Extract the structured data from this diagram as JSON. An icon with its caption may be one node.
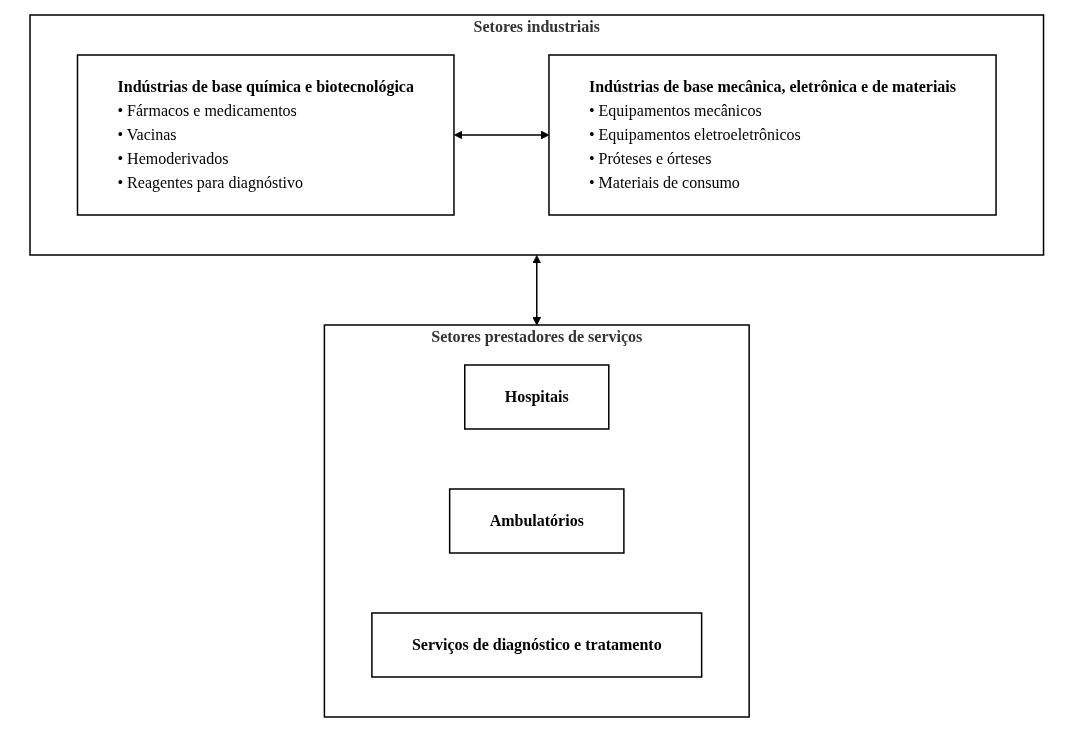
{
  "diagram": {
    "nodes": [
      {
        "text": [
          "Setores industriais"
        ]
      },
      {
        "text": [
          "Indústrias de base química e biotecnológica",
          "• Fármacos e medicamentos",
          "• Vacinas",
          "• Hemoderivados",
          "• Reagentes para diagnóstivo"
        ],
        "in": 0
      },
      {
        "text": [
          "Indústrias de base mecânica, eletrônica e de materiais",
          "• Equipamentos mecânicos",
          "• Equipamentos eletroeletrônicos",
          "• Próteses e órteses",
          "• Materiais de consumo"
        ],
        "in": 0
      },
      {
        "text": [
          "Setores prestadores de serviços"
        ]
      },
      {
        "text": [
          "Hospitais"
        ],
        "in": 3
      },
      {
        "text": [
          "Ambulatórios"
        ],
        "in": 3
      },
      {
        "text": [
          "Serviços de diagnóstico e tratamento"
        ],
        "in": 3
      }
    ],
    "edges": [
      {
        "from": 1,
        "to": 2,
        "arrow": "both"
      },
      {
        "from": 0,
        "to": 3,
        "arrow": "both"
      }
    ]
  }
}
